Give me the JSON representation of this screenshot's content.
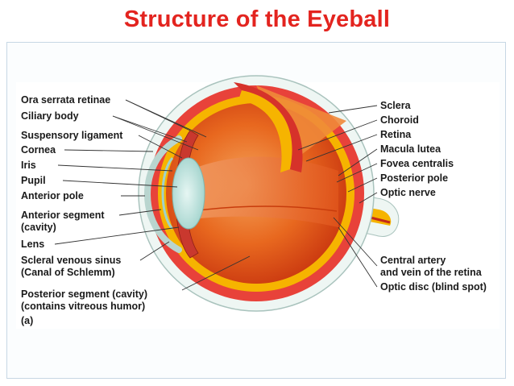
{
  "title": "Structure of the Eyeball",
  "labels_left": [
    "Ora serrata retinae",
    "Ciliary body",
    "Suspensory ligament",
    "Cornea",
    "Iris",
    "Pupil",
    "Anterior pole",
    "Anterior segment",
    "(cavity)",
    "Lens",
    "Scleral venous sinus",
    "(Canal of Schlemm)",
    "Posterior segment (cavity)",
    "(contains vitreous humor)",
    "(a)"
  ],
  "labels_right": [
    "Sclera",
    "Choroid",
    "Retina",
    "Macula lutea",
    "Fovea centralis",
    "Posterior pole",
    "Optic nerve",
    "Central artery",
    "and vein of the retina",
    "Optic disc (blind spot)"
  ],
  "colors": {
    "title": "#e3241f",
    "sclera": "#eef6f3",
    "choroid": "#e8423a",
    "retina": "#f6b400",
    "vitreous": "#e04c12",
    "lens": "#bfe3df"
  }
}
